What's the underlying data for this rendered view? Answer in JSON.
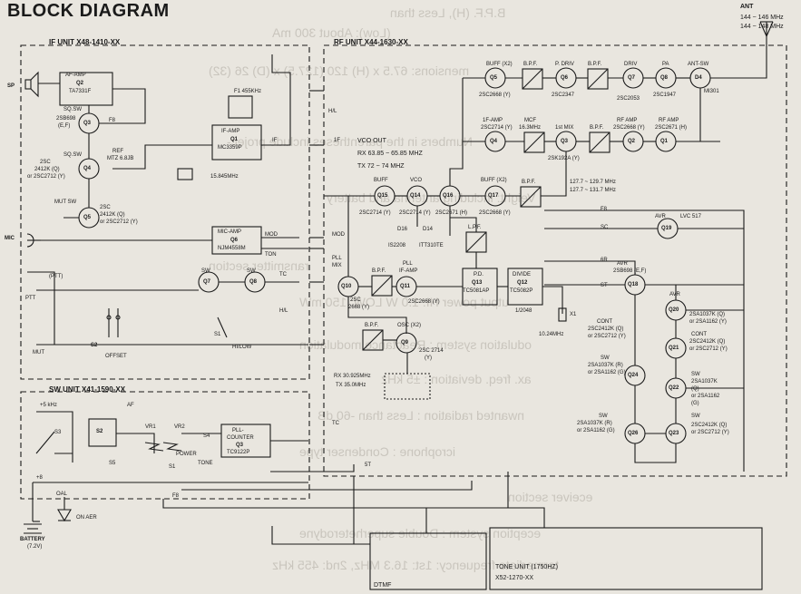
{
  "title": "BLOCK DIAGRAM",
  "antenna": {
    "label": "ANT",
    "range1": "144 ~ 146 MHz",
    "range2": "144 ~ 148 MHz"
  },
  "units": {
    "if": "IF UNIT X48-1410-XX",
    "rf": "RF UNIT X44-1630-XX",
    "sw": "SW UNIT X41-1590-XX",
    "tone": "TONE UNIT (1750HZ)",
    "tone_part": "X52-1270-XX"
  },
  "if_unit": {
    "af_amp": [
      "AF-AMP",
      "Q2",
      "TA7331F"
    ],
    "q3": [
      "Q3",
      "2SB698",
      "(E,F)"
    ],
    "q4": [
      "Q4",
      "2SC",
      "2412K (Q)",
      "or 2SC2712 (Y)"
    ],
    "q5": [
      "Q5",
      "2SC",
      "2412K (Q)",
      "or 2SC2712 (Y)"
    ],
    "ref": [
      "REF",
      "MTZ 6.8JB"
    ],
    "f1": "F1 455KHz",
    "if_amp": [
      "IF-AMP",
      "Q1",
      "MC3359P"
    ],
    "xtal": "15.845MHz",
    "mic_amp": [
      "MIC-AMP",
      "Q6",
      "NJM4558M"
    ],
    "q7": "Q7",
    "q8": "Q8",
    "offset": "OFFSET",
    "s2": "S2",
    "s1": "S1",
    "hi_low": "HI/LOW",
    "sq_sw": "SQ.SW",
    "mut_sw": "MUT SW",
    "sp": "SP",
    "mic": "MIC",
    "ptt": "PTT",
    "ptt_paren": "(PTT)",
    "mut": "MUT",
    "sw": "SW",
    "f8": "F8",
    "if": "IF",
    "mod": "MOD",
    "ton": "TON",
    "tc": "TC",
    "hl": "H/L"
  },
  "rf_unit": {
    "q5": [
      "Q5",
      "BUFF (X2)",
      "2SC2668 (Y)"
    ],
    "q6": [
      "Q6",
      "P. DRIV",
      "2SC2347"
    ],
    "q7": [
      "Q7",
      "DRIV",
      "2SC2053"
    ],
    "q8": [
      "Q8",
      "PA",
      "2SC1947"
    ],
    "d4": [
      "D4",
      "ANT-SW",
      "MI301"
    ],
    "q4": [
      "Q4",
      "1F-AMP",
      "2SC2714 (Y)"
    ],
    "mcf": [
      "MCF",
      "16.3MHz"
    ],
    "q3": [
      "Q3",
      "1st MIX",
      "2SK192A (Y)"
    ],
    "q2": [
      "Q2",
      "RF AMP",
      "2SC2668 (Y)"
    ],
    "q1": [
      "Q1",
      "RF AMP",
      "2SC2671 (H)"
    ],
    "vco": [
      "VCO OUT",
      "RX 63.85 ~ 65.85 MHZ",
      "TX 72 ~ 74 MHZ"
    ],
    "q15": [
      "Q15",
      "BUFF",
      "2SC2714 (Y)"
    ],
    "q14": [
      "Q14",
      "VCO",
      "2SC2714 (Y)"
    ],
    "q16": [
      "Q16",
      "2SC2671 (H)"
    ],
    "q17": [
      "Q17",
      "BUFF (X2)",
      "2SC2668 (Y)"
    ],
    "freq_rx": "127.7 ~ 129.7 MHz",
    "freq_tx": "127.7 ~ 131.7 MHz",
    "d16": [
      "D16",
      "IS2208"
    ],
    "d14": [
      "D14",
      "ITT310TE"
    ],
    "q10": [
      "Q10",
      "PLL",
      "MIX",
      "2SC",
      "2668 (Y)"
    ],
    "q11": [
      "Q11",
      "PLL",
      "IF-AMP",
      "2SC2668 (Y)"
    ],
    "q13": [
      "P.D.",
      "Q13",
      "TC5081AP"
    ],
    "q12": [
      "DIVIDE",
      "Q12",
      "TC5082P"
    ],
    "divide_ratio": "1/2048",
    "x1": [
      "X1",
      "10.24MHz"
    ],
    "q9": [
      "Q9",
      "OSC (X2)",
      "2SC 2714",
      "(Y)"
    ],
    "rx_tx": [
      "RX 30.925MHz",
      "TX 35.0MHz"
    ],
    "q19": [
      "Q19",
      "AVR",
      "LVC 517"
    ],
    "q18": [
      "Q18",
      "AVR",
      "2SB698 (E,F)"
    ],
    "q20": [
      "Q20",
      "AVR",
      "2SA1037K (Q)",
      "or 2SA1162 (Y)"
    ],
    "q21": [
      "Q21",
      "CONT",
      "2SC2412K (Q)",
      "or 2SC2712 (Y)"
    ],
    "q22": [
      "Q22",
      "SW",
      "2SA1037K",
      "(Q)",
      "or 2SA1162",
      "(G)"
    ],
    "q24": [
      "Q24",
      "CONT",
      "2SC2412K (Q)",
      "or 2SC2712 (Y)"
    ],
    "q24b": [
      "SW",
      "2SA1037K (R)",
      "or 2SA1162 (G)"
    ],
    "q26": [
      "Q26",
      "SW",
      "2SA1037K (R)",
      "or 2SA1162 (G)"
    ],
    "q23": [
      "Q23",
      "SW",
      "2SC2412K (Q)",
      "or 2SC2712 (Y)"
    ],
    "bpf": "B.P.F.",
    "lpf": "L.P.F.",
    "labels": {
      "f8": "F8",
      "sc": "SC",
      "st": "ST",
      "sr": "6R",
      "hl": "H/L",
      "if": "1F",
      "mod": "MOD",
      "tc": "TC",
      "st5": "5T"
    }
  },
  "sw_unit": {
    "v5": "+5 kHz",
    "af": "AF",
    "s2": "S2",
    "s3": "S3",
    "s4": "S4",
    "s5": "S5",
    "s1": "S1",
    "vr1": "VR1",
    "vr2": "VR2",
    "power": "POWER",
    "tone": "TONE",
    "pll": [
      "PLL-",
      "COUNTER",
      "Q3",
      "TC9122P"
    ],
    "v8": "+8",
    "oal": "OAL",
    "on_aer": "ON AER",
    "battery": [
      "BATTERY",
      "(7.2V)"
    ],
    "f8": "F8",
    "dtmf": "DTMF"
  },
  "background_text": [
    "B.P.F. (H), Less than",
    "(Low): About 300 mA",
    "mensions: 67.5 x (H) 120 (127.5) x (D) 26 (32)",
    "Numbers in the parentheses include projec-",
    "Veight: including antenna and battery",
    "ransmitter section",
    "utput power  HI: 1.0 W  LOW: 150 mW",
    "odulation system  : Reactance modulation",
    "ax. freq. deviation  : ±5 kHz",
    "nwanted radiation  : Less than -60 dB",
    "icrophone  : Condenser type",
    "eceiver section",
    "eception system  : Double superheterodyne",
    "termediate frequency: 1st: 16.3 MHz, 2nd: 455 kHz"
  ],
  "colors": {
    "ink": "#1a1a1a",
    "paper": "#e9e6df",
    "ghost": "#c9c5bd"
  }
}
